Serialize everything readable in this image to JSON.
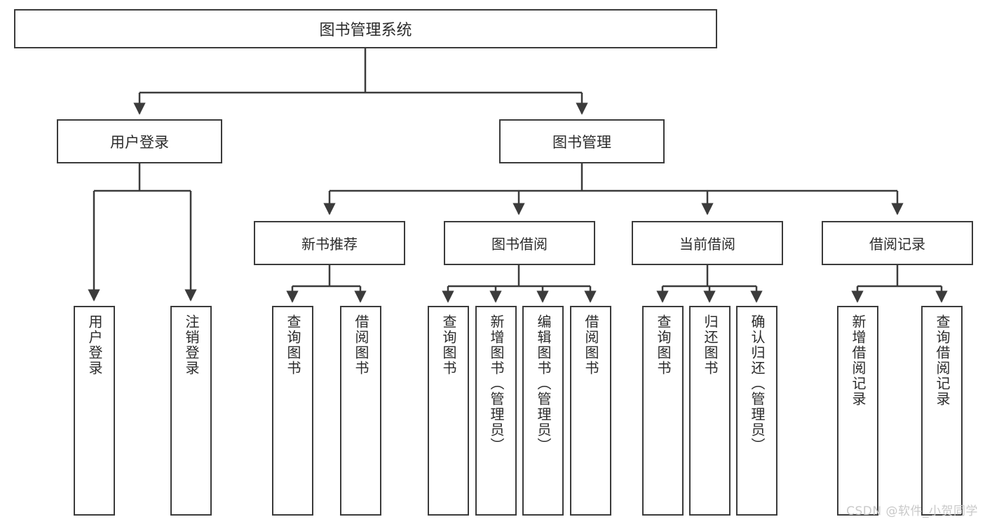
{
  "diagram": {
    "type": "tree-hierarchy",
    "title": "图书管理系统",
    "root": {
      "label": "图书管理系统"
    },
    "level1": [
      {
        "id": "user-login",
        "label": "用户登录"
      },
      {
        "id": "book-management",
        "label": "图书管理"
      }
    ],
    "level2": [
      {
        "id": "new-book-recommend",
        "label": "新书推荐",
        "parent": "book-management"
      },
      {
        "id": "book-borrow",
        "label": "图书借阅",
        "parent": "book-management"
      },
      {
        "id": "current-borrow",
        "label": "当前借阅",
        "parent": "book-management"
      },
      {
        "id": "borrow-record",
        "label": "借阅记录",
        "parent": "book-management"
      }
    ],
    "leaves": [
      {
        "id": "leaf-user-login",
        "label": "用户登录",
        "parent": "user-login"
      },
      {
        "id": "leaf-logout-login",
        "label": "注销登录",
        "parent": "user-login"
      },
      {
        "id": "leaf-query-book-1",
        "label": "查询图书",
        "parent": "new-book-recommend"
      },
      {
        "id": "leaf-borrow-book-1",
        "label": "借阅图书",
        "parent": "new-book-recommend"
      },
      {
        "id": "leaf-query-book-2",
        "label": "查询图书",
        "parent": "book-borrow"
      },
      {
        "id": "leaf-add-book",
        "label": "新增图书（管理员）",
        "parent": "book-borrow"
      },
      {
        "id": "leaf-edit-book",
        "label": "编辑图书（管理员）",
        "parent": "book-borrow"
      },
      {
        "id": "leaf-borrow-book-2",
        "label": "借阅图书",
        "parent": "book-borrow"
      },
      {
        "id": "leaf-query-book-3",
        "label": "查询图书",
        "parent": "current-borrow"
      },
      {
        "id": "leaf-return-book",
        "label": "归还图书",
        "parent": "current-borrow"
      },
      {
        "id": "leaf-confirm-return",
        "label": "确认归还（管理员）",
        "parent": "current-borrow"
      },
      {
        "id": "leaf-add-record",
        "label": "新增借阅记录",
        "parent": "borrow-record"
      },
      {
        "id": "leaf-query-record",
        "label": "查询借阅记录",
        "parent": "borrow-record"
      }
    ],
    "colors": {
      "stroke": "#3b3b3b",
      "text": "#2b2b2b",
      "background": "#ffffff",
      "watermark": "#c9c9c9"
    }
  },
  "watermark": {
    "text": "CSDN @软件_小贺同学"
  }
}
